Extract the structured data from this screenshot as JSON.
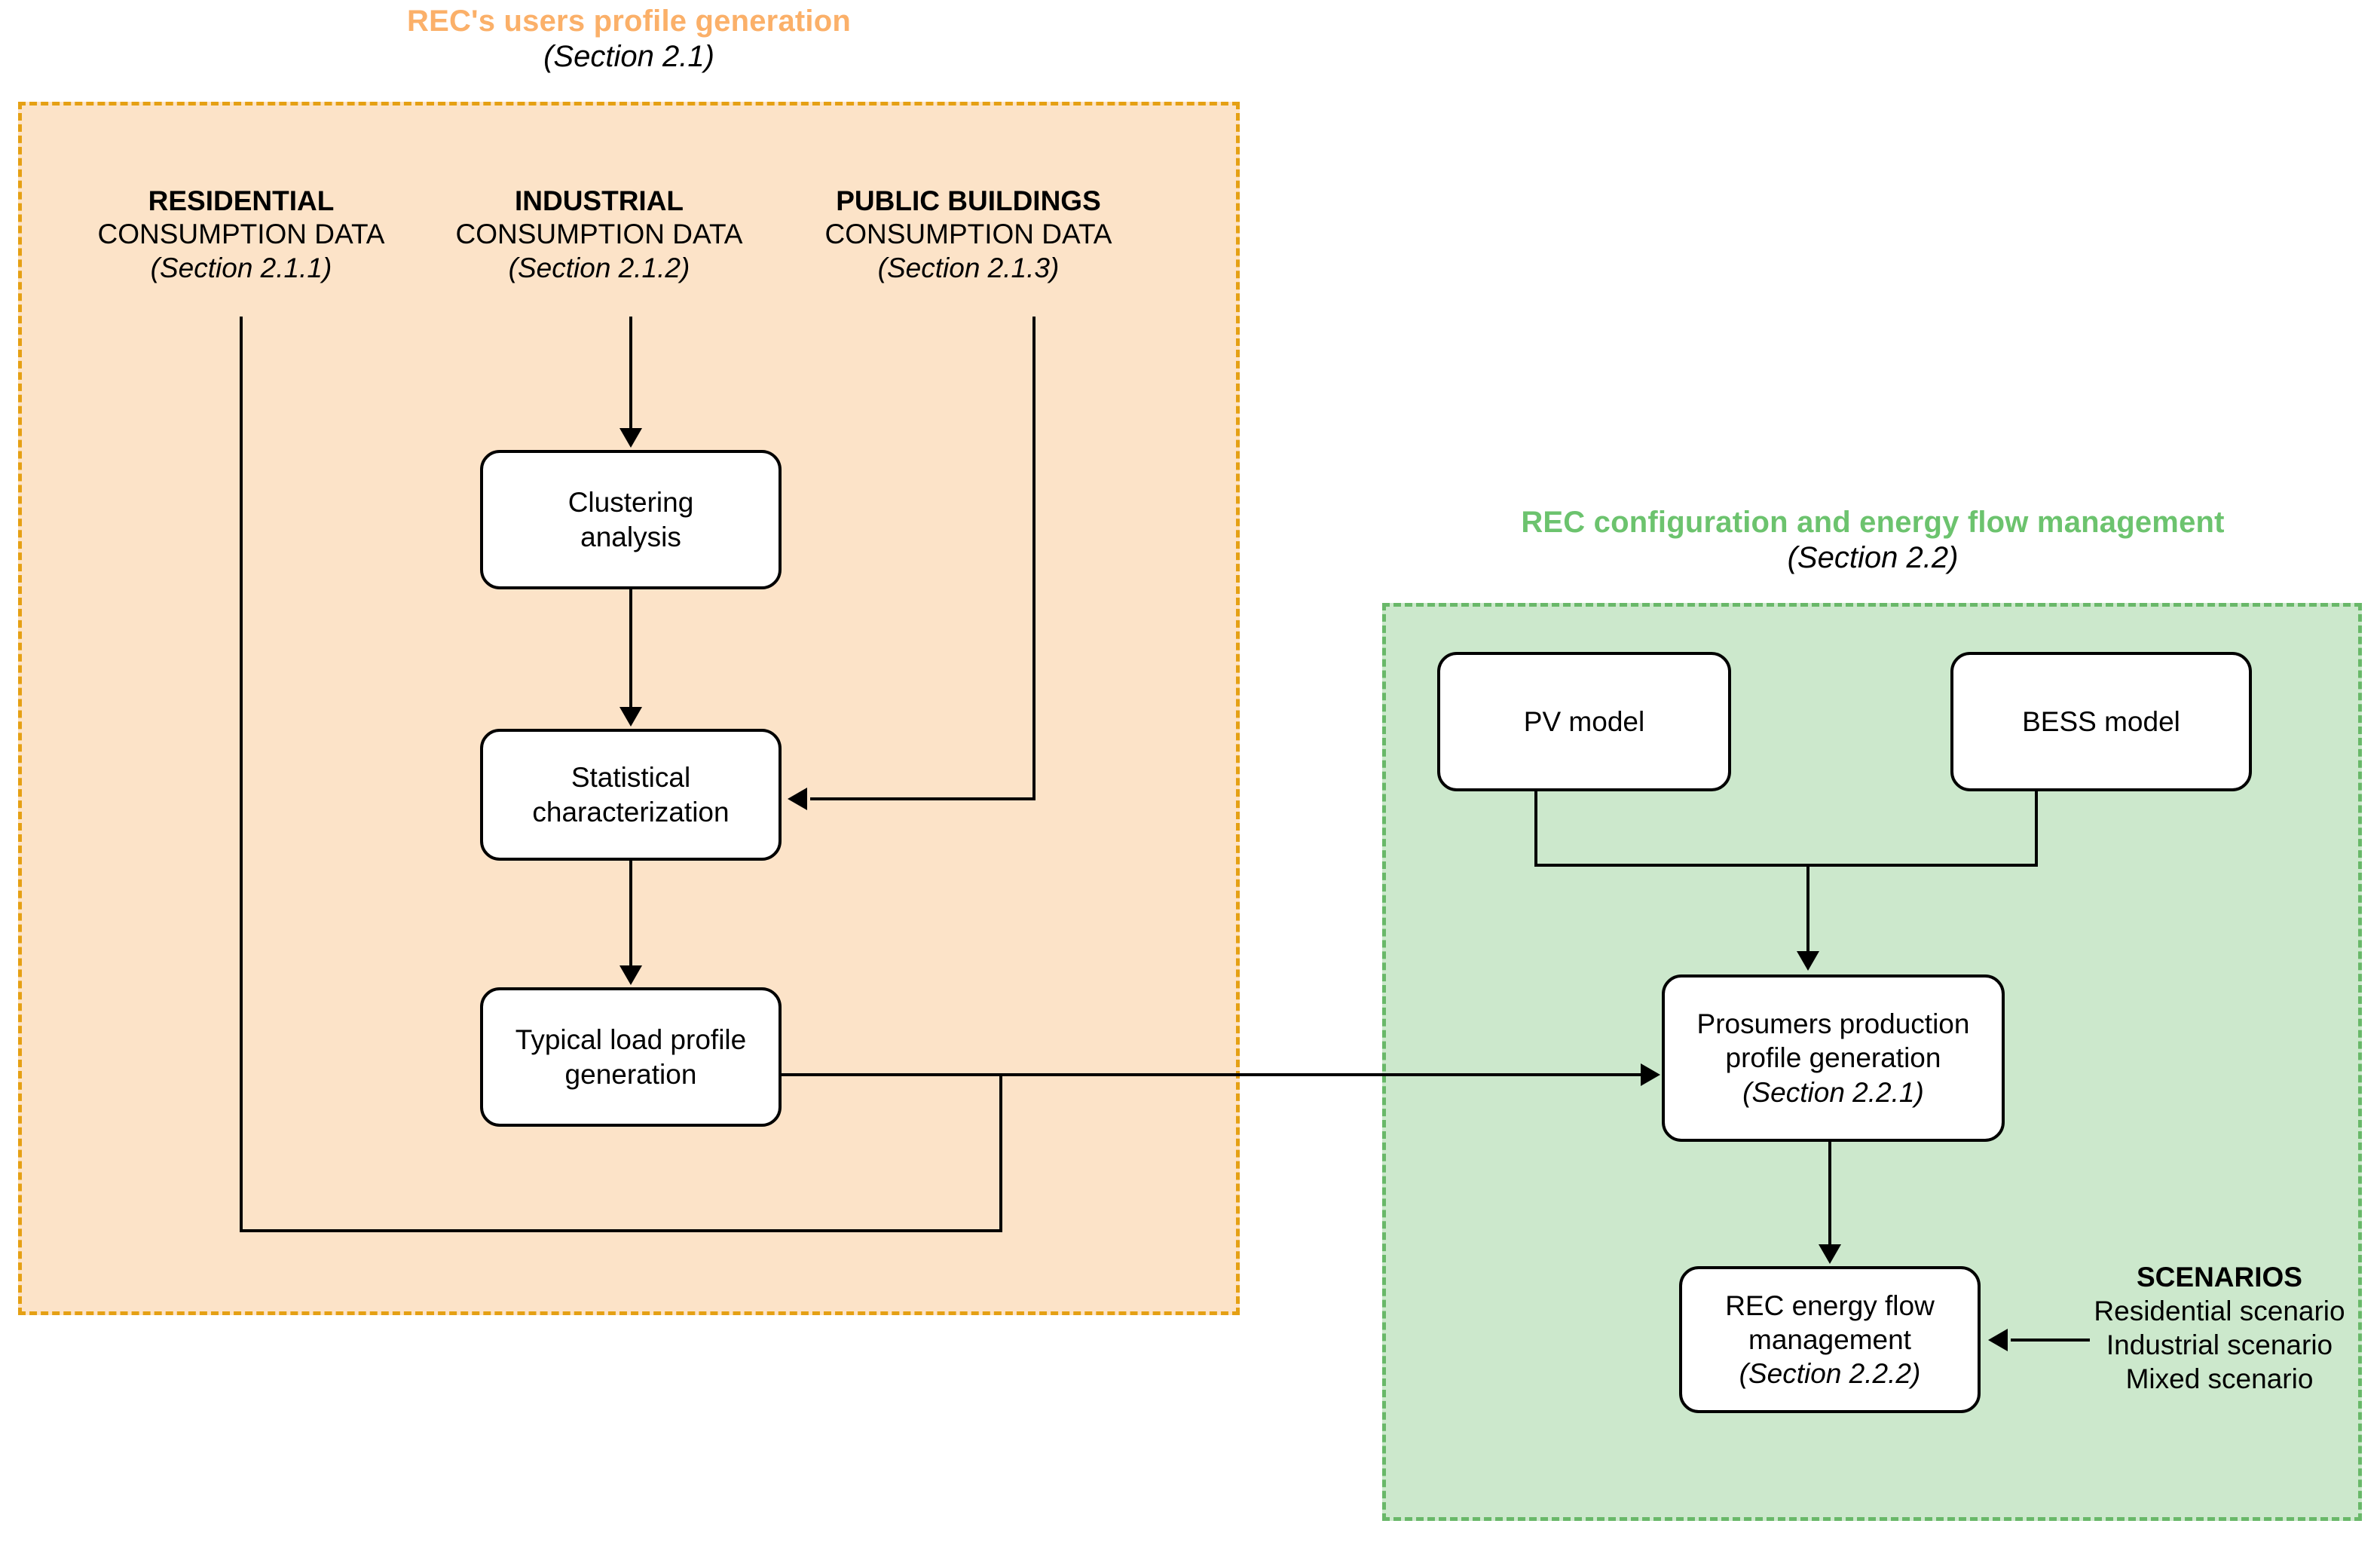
{
  "diagram": {
    "panels": {
      "left": {
        "title_main": "REC's users profile generation",
        "title_sub": "(Section 2.1)",
        "title_color": "#FBB069",
        "fill_color": "#FCE3C8",
        "border_color": "#E5A014"
      },
      "right": {
        "title_main": "REC configuration and energy flow management",
        "title_sub": "(Section 2.2)",
        "title_color": "#6CC36E",
        "fill_color": "#CCE8CC",
        "border_color": "#69B869"
      }
    },
    "sources": [
      {
        "line1": "RESIDENTIAL",
        "line2": "CONSUMPTION DATA",
        "line3": "(Section 2.1.1)"
      },
      {
        "line1": "INDUSTRIAL",
        "line2": "CONSUMPTION DATA",
        "line3": "(Section 2.1.2)"
      },
      {
        "line1": "PUBLIC BUILDINGS",
        "line2": "CONSUMPTION DATA",
        "line3": "(Section 2.1.3)"
      }
    ],
    "boxes": {
      "clustering": {
        "line1": "Clustering",
        "line2": "analysis"
      },
      "statistical": {
        "line1": "Statistical",
        "line2": "characterization"
      },
      "typical": {
        "line1": "Typical load profile",
        "line2": "generation"
      },
      "pv": {
        "line1": "PV model"
      },
      "bess": {
        "line1": "BESS model"
      },
      "prosumers": {
        "line1": "Prosumers production",
        "line2": "profile generation",
        "line3": "(Section 2.2.1)"
      },
      "recflow": {
        "line1": "REC energy flow",
        "line2": "management",
        "line3": "(Section 2.2.2)"
      }
    },
    "scenarios": {
      "title": "SCENARIOS",
      "items": [
        "Residential scenario",
        "Industrial scenario",
        "Mixed scenario"
      ]
    }
  }
}
